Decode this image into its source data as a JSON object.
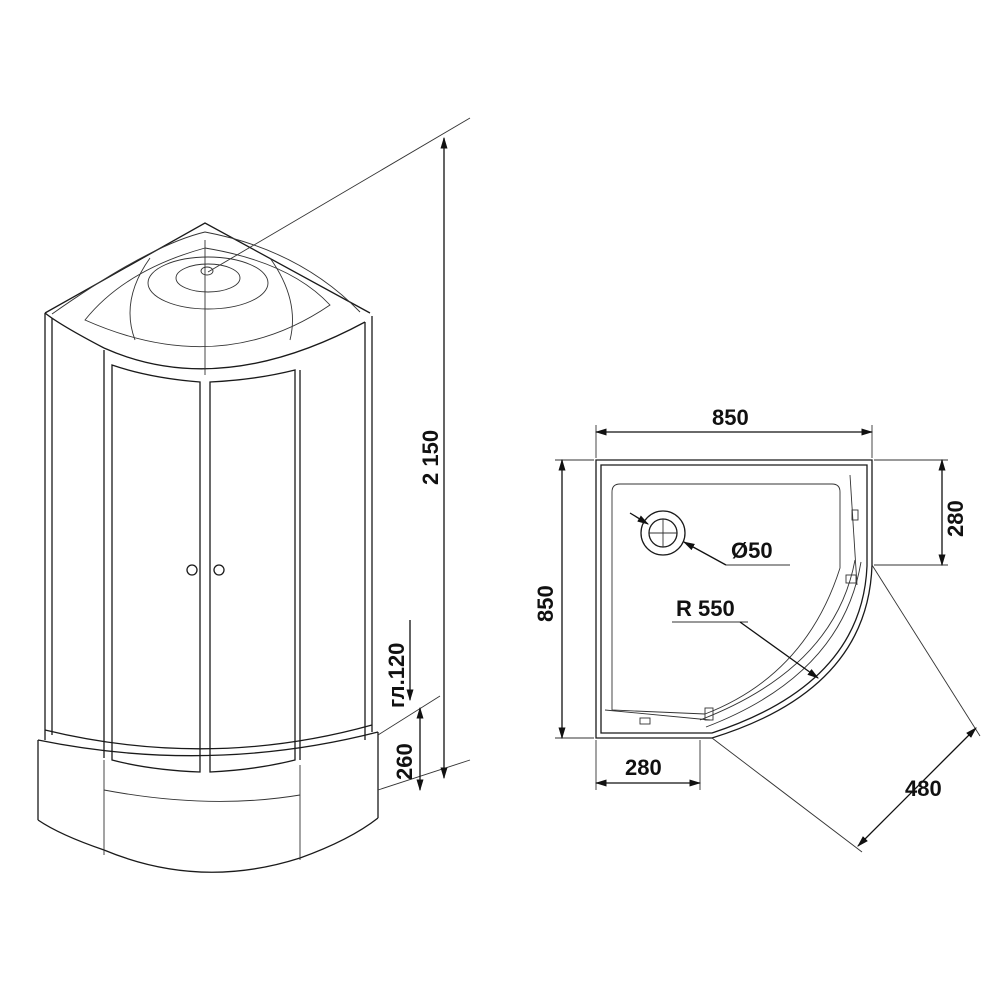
{
  "diagram": {
    "iso_view": {
      "height_total": "2 150",
      "tray_height": "260",
      "tray_depth_label": "гл.120"
    },
    "plan_view": {
      "width": "850",
      "depth": "850",
      "drain_diameter": "Ø50",
      "radius": "R 550",
      "right_offset": "280",
      "bottom_offset": "280",
      "diagonal_door": "480"
    }
  }
}
